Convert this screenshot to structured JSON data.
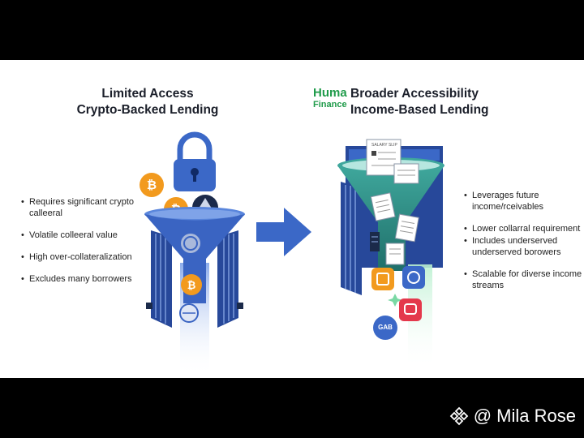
{
  "left": {
    "title_line1": "Limited Access",
    "title_line2": "Crypto-Backed Lending",
    "bullets": [
      "Requires significant crypto calleeral",
      "Volatile colleeral value",
      "High over-collateralization",
      "Excludes many borrowers"
    ]
  },
  "right": {
    "brand_line1": "Huma",
    "brand_line2": "Finance",
    "title_line1": "Broader Accessibility",
    "title_line2": "Income-Based Lending",
    "doc_label": "SALARY SLIP",
    "badge_label": "GAB",
    "bullets": [
      "Leverages future income/rceivables",
      "Lower collarral requirement",
      "Includes underserved underserved borowers",
      "Scalable for diverse income streams"
    ]
  },
  "footer": {
    "handle": "@ Mila Rose"
  },
  "colors": {
    "navy": "#27489a",
    "blue": "#3b68c7",
    "teal": "#2f8f86",
    "green_brand": "#1f9b4a",
    "coin_orange": "#f29a1e"
  }
}
